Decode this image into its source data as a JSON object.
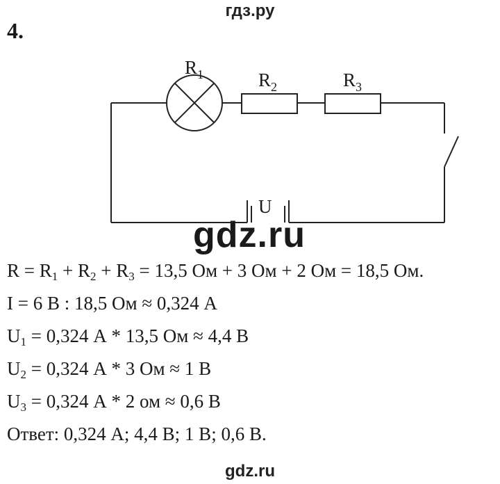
{
  "watermark": {
    "top": "гдз.ру",
    "middle": "gdz.ru",
    "bottom": "gdz.ru"
  },
  "task_number": "4.",
  "diagram": {
    "labels": {
      "r1": "R",
      "r1_sub": "1",
      "r2": "R",
      "r2_sub": "2",
      "r3": "R",
      "r3_sub": "3",
      "source": "U"
    }
  },
  "solution": [
    [
      {
        "t": "R = R"
      },
      {
        "s": "1"
      },
      {
        "t": " + R"
      },
      {
        "s": "2"
      },
      {
        "t": " + R"
      },
      {
        "s": "3"
      },
      {
        "t": " = 13,5 Ом + 3 Ом + 2 Ом = 18,5 Ом."
      }
    ],
    [
      {
        "t": "I = 6 В : 18,5 Ом ≈ 0,324 А"
      }
    ],
    [
      {
        "t": "U"
      },
      {
        "s": "1"
      },
      {
        "t": " = 0,324 А * 13,5 Ом ≈ 4,4 В"
      }
    ],
    [
      {
        "t": "U"
      },
      {
        "s": "2"
      },
      {
        "t": " = 0,324 А * 3 Ом ≈ 1 В"
      }
    ],
    [
      {
        "t": "U"
      },
      {
        "s": "3"
      },
      {
        "t": " = 0,324 А * 2 ом ≈ 0,6 В"
      }
    ],
    [
      {
        "t": "Ответ: 0,324 А; 4,4 В; 1 В; 0,6 В."
      }
    ]
  ]
}
